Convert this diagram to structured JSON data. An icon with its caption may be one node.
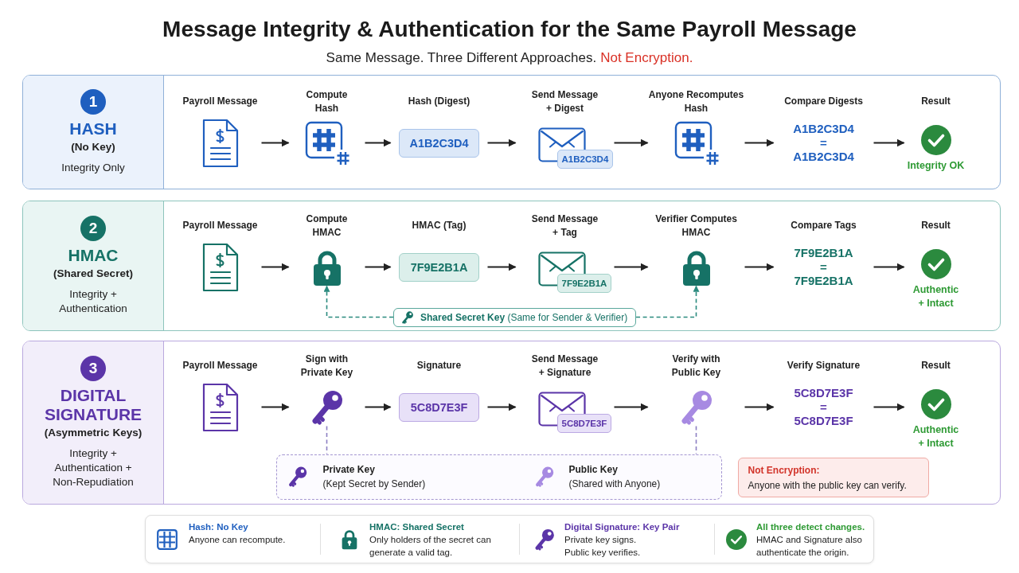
{
  "diagram": {
    "title": "Message Integrity & Authentication for the Same Payroll Message",
    "nodes": [
      {
        "text": [
          "1",
          "HASH",
          "(No Key)",
          "Integrity Only"
        ]
      },
      {
        "text": [
          "Payroll Message"
        ],
        "in": 0
      },
      {
        "text": [
          "Compute Hash"
        ],
        "in": 0
      },
      {
        "text": [
          "Hash (Digest)",
          "A1B2C3D4"
        ],
        "in": 0
      },
      {
        "text": [
          "Send Message + Digest",
          "A1B2C3D4"
        ],
        "in": 0
      },
      {
        "text": [
          "Anyone Recomputes Hash"
        ],
        "in": 0
      },
      {
        "text": [
          "Compare Digests",
          "A1B2C3D4",
          "=",
          "A1B2C3D4"
        ],
        "in": 0
      },
      {
        "text": [
          "Result",
          "Integrity OK"
        ],
        "in": 0
      },
      {
        "text": [
          "2",
          "HMAC",
          "(Shared Secret)",
          "Integrity + Authentication"
        ]
      },
      {
        "text": [
          "Payroll Message"
        ],
        "in": 8
      },
      {
        "text": [
          "Compute HMAC"
        ],
        "in": 8
      },
      {
        "text": [
          "HMAC (Tag)",
          "7F9E2B1A"
        ],
        "in": 8
      },
      {
        "text": [
          "Send Message + Tag",
          "7F9E2B1A"
        ],
        "in": 8
      },
      {
        "text": [
          "Verifier Computes HMAC"
        ],
        "in": 8
      },
      {
        "text": [
          "Compare Tags",
          "7F9E2B1A",
          "=",
          "7F9E2B1A"
        ],
        "in": 8
      },
      {
        "text": [
          "Result",
          "Authentic + Intact"
        ],
        "in": 8
      },
      {
        "text": [
          "**Shared Secret Key** (Same for Sender & Verifier)"
        ],
        "in": 8
      },
      {
        "text": [
          "3",
          "DIGITAL SIGNATURE",
          "(Asymmetric Keys)",
          "Integrity + Authentication + Non-Repudiation"
        ]
      },
      {
        "text": [
          "Payroll Message"
        ],
        "in": 17
      },
      {
        "text": [
          "Sign with Private Key"
        ],
        "in": 17
      },
      {
        "text": [
          "Signature",
          "5C8D7E3F"
        ],
        "in": 17
      },
      {
        "text": [
          "Send Message + Signature",
          "5C8D7E3F"
        ],
        "in": 17
      },
      {
        "text": [
          "Verify with Public Key"
        ],
        "in": 17
      },
      {
        "text": [
          "Verify Signature",
          "5C8D7E3F",
          "=",
          "5C8D7E3F"
        ],
        "in": 17
      },
      {
        "text": [
          "Result",
          "Authentic + Intact"
        ],
        "in": 17
      },
      {
        "text": [
          "Private Key",
          "(Kept Secret by Sender)",
          "Public Key",
          "(Shared with Anyone)"
        ],
        "in": 17
      },
      {
        "text": [
          "Not Encryption:",
          "Anyone with the public key can verify."
        ],
        "in": 17
      },
      {
        "text": [],
        "shape": "box"
      },
      {
        "text": [
          "Hash: No Key",
          "Anyone can recompute."
        ],
        "in": 27
      },
      {
        "text": [
          "HMAC: Shared Secret",
          "Only holders of the secret can generate a valid tag."
        ],
        "in": 27
      },
      {
        "text": [
          "Digital Signature: Key Pair",
          "Private key signs.",
          "Public key verifies."
        ],
        "in": 27
      },
      {
        "text": [
          "All three detect changes.",
          "HMAC and Signature also authenticate the origin."
        ],
        "in": 27
      }
    ],
    "edges": [
      {
        "from": 1,
        "to": 2,
        "arrow": "to"
      },
      {
        "from": 2,
        "to": 3,
        "arrow": "to"
      },
      {
        "from": 3,
        "to": 4,
        "arrow": "to"
      },
      {
        "from": 4,
        "to": 5,
        "arrow": "to"
      },
      {
        "from": 5,
        "to": 6,
        "arrow": "to"
      },
      {
        "from": 6,
        "to": 7,
        "arrow": "to"
      },
      {
        "from": 9,
        "to": 10,
        "arrow": "to"
      },
      {
        "from": 10,
        "to": 11,
        "arrow": "to"
      },
      {
        "from": 11,
        "to": 12,
        "arrow": "to"
      },
      {
        "from": 12,
        "to": 13,
        "arrow": "to"
      },
      {
        "from": 13,
        "to": 14,
        "arrow": "to"
      },
      {
        "from": 14,
        "to": 15,
        "arrow": "to"
      },
      {
        "from": 16,
        "to": 10,
        "arrow": "to",
        "style": "dashed",
        "color": "#2a8a7e"
      },
      {
        "from": 16,
        "to": 13,
        "arrow": "to",
        "style": "dashed",
        "color": "#2a8a7e"
      },
      {
        "from": 18,
        "to": 19,
        "arrow": "to"
      },
      {
        "from": 19,
        "to": 20,
        "arrow": "to"
      },
      {
        "from": 20,
        "to": 21,
        "arrow": "to"
      },
      {
        "from": 21,
        "to": 22,
        "arrow": "to"
      },
      {
        "from": 22,
        "to": 23,
        "arrow": "to"
      },
      {
        "from": 23,
        "to": 24,
        "arrow": "to"
      },
      {
        "from": 19,
        "to": 25,
        "arrow": "none",
        "style": "dashed",
        "color": "#8c7fc2"
      },
      {
        "from": 22,
        "to": 25,
        "arrow": "none",
        "style": "dashed",
        "color": "#8c7fc2"
      }
    ],
    "labels": [
      "Same Message. Three Different Approaches.",
      "Not Encryption."
    ]
  }
}
